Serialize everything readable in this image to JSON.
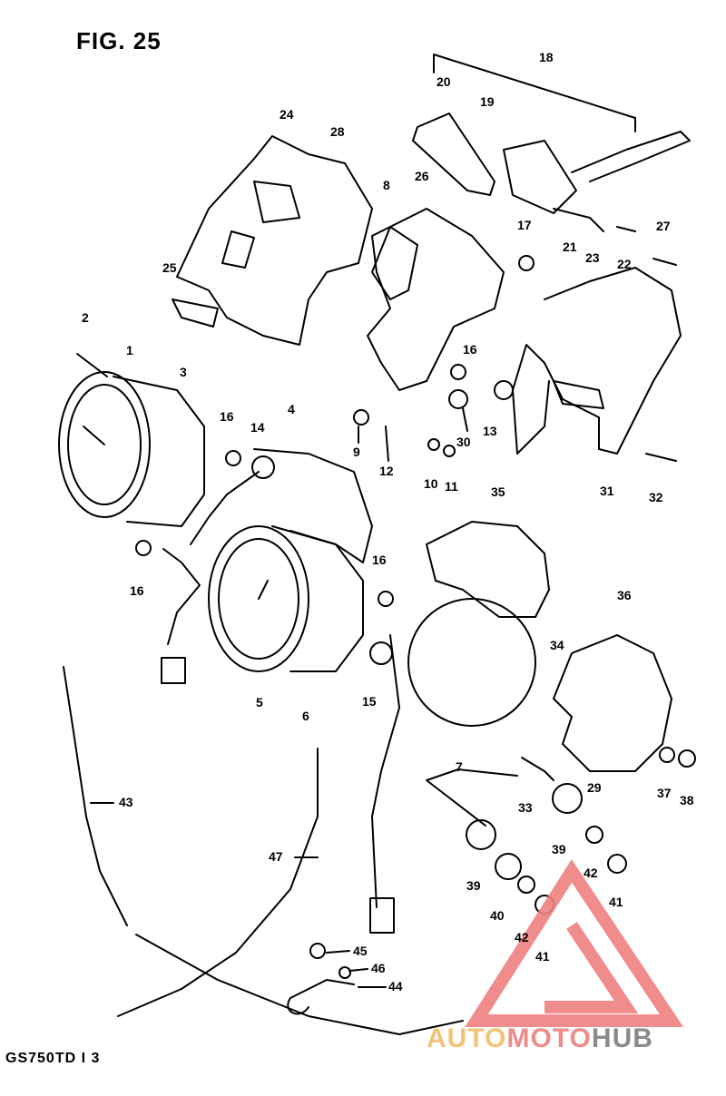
{
  "figure": {
    "title": "FIG. 25",
    "model_code": "GS750TD  I 3"
  },
  "watermark": {
    "part1": "AUTO",
    "part2": "MOTO",
    "part3": "HUB"
  },
  "labels": [
    {
      "id": "1",
      "text": "1"
    },
    {
      "id": "2",
      "text": "2"
    },
    {
      "id": "3",
      "text": "3"
    },
    {
      "id": "4",
      "text": "4"
    },
    {
      "id": "5",
      "text": "5"
    },
    {
      "id": "6",
      "text": "6"
    },
    {
      "id": "7",
      "text": "7"
    },
    {
      "id": "8",
      "text": "8"
    },
    {
      "id": "9",
      "text": "9"
    },
    {
      "id": "10",
      "text": "10"
    },
    {
      "id": "11",
      "text": "11"
    },
    {
      "id": "12",
      "text": "12"
    },
    {
      "id": "13",
      "text": "13"
    },
    {
      "id": "14",
      "text": "14"
    },
    {
      "id": "15",
      "text": "15"
    },
    {
      "id": "16a",
      "text": "16"
    },
    {
      "id": "16b",
      "text": "16"
    },
    {
      "id": "16c",
      "text": "16"
    },
    {
      "id": "16d",
      "text": "16"
    },
    {
      "id": "17",
      "text": "17"
    },
    {
      "id": "18",
      "text": "18"
    },
    {
      "id": "19",
      "text": "19"
    },
    {
      "id": "20",
      "text": "20"
    },
    {
      "id": "21",
      "text": "21"
    },
    {
      "id": "22",
      "text": "22"
    },
    {
      "id": "23",
      "text": "23"
    },
    {
      "id": "24",
      "text": "24"
    },
    {
      "id": "25",
      "text": "25"
    },
    {
      "id": "26",
      "text": "26"
    },
    {
      "id": "27",
      "text": "27"
    },
    {
      "id": "28",
      "text": "28"
    },
    {
      "id": "29",
      "text": "29"
    },
    {
      "id": "30",
      "text": "30"
    },
    {
      "id": "31",
      "text": "31"
    },
    {
      "id": "32",
      "text": "32"
    },
    {
      "id": "33",
      "text": "33"
    },
    {
      "id": "34",
      "text": "34"
    },
    {
      "id": "35",
      "text": "35"
    },
    {
      "id": "36",
      "text": "36"
    },
    {
      "id": "37",
      "text": "37"
    },
    {
      "id": "38",
      "text": "38"
    },
    {
      "id": "39a",
      "text": "39"
    },
    {
      "id": "39b",
      "text": "39"
    },
    {
      "id": "40",
      "text": "40"
    },
    {
      "id": "41a",
      "text": "41"
    },
    {
      "id": "41b",
      "text": "41"
    },
    {
      "id": "42a",
      "text": "42"
    },
    {
      "id": "42b",
      "text": "42"
    },
    {
      "id": "43",
      "text": "43"
    },
    {
      "id": "44",
      "text": "44"
    },
    {
      "id": "45",
      "text": "45"
    },
    {
      "id": "46",
      "text": "46"
    },
    {
      "id": "47",
      "text": "47"
    }
  ],
  "colors": {
    "ink": "#000000",
    "watermark_red": "#f08080",
    "watermark_gold": "#f3c37a",
    "watermark_gray": "#8a8a8a"
  }
}
